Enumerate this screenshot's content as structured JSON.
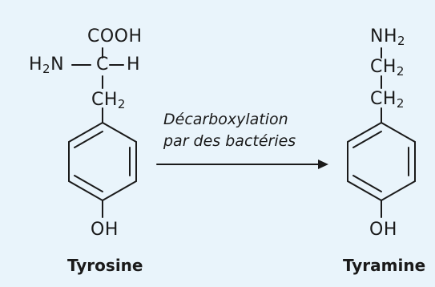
{
  "background_color": "#e9f4fb",
  "ink_color": "#1a1a1a",
  "reaction": {
    "condition_line1": "Décarboxylation",
    "condition_line2": "par des bactéries"
  },
  "tyrosine": {
    "name": "Tyrosine",
    "carboxyl": "COOH",
    "amine_prefix": "H",
    "amine_sub": "2",
    "amine_suffix": "N",
    "alpha_carbon": "C",
    "hydrogen": "H",
    "methylene": "CH",
    "methylene_sub": "2",
    "hydroxyl": "OH"
  },
  "tyramine": {
    "name": "Tyramine",
    "amine": "NH",
    "amine_sub": "2",
    "methylene_1": "CH",
    "methylene_1_sub": "2",
    "methylene_2": "CH",
    "methylene_2_sub": "2",
    "hydroxyl": "OH"
  }
}
